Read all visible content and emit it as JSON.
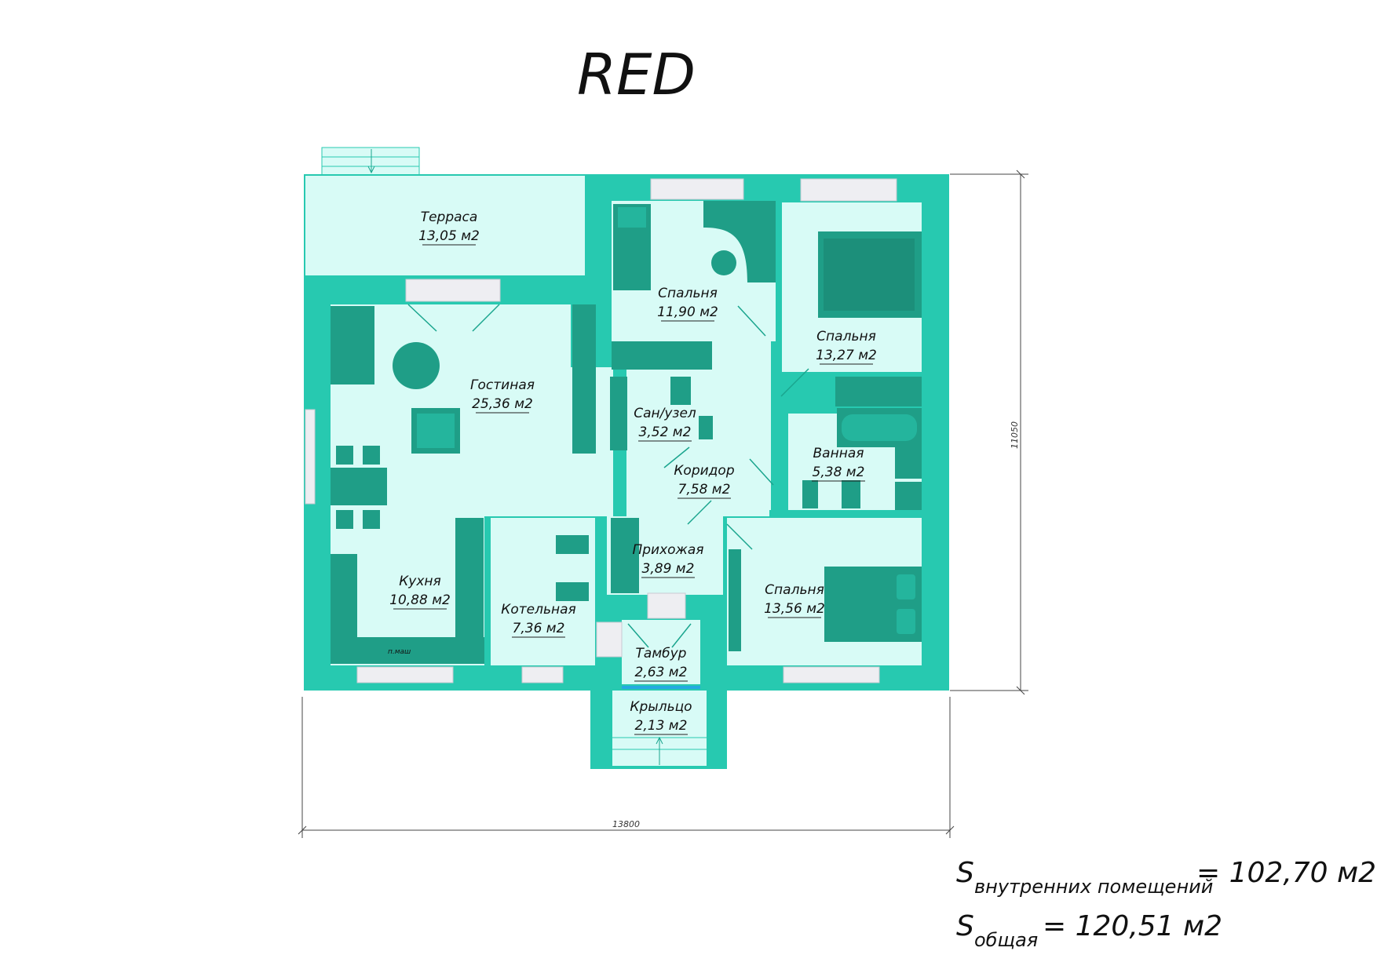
{
  "title": "RED",
  "colors": {
    "wall": "#27c9b0",
    "floor": "#d8fbf6",
    "furniture": "#1f9e87",
    "window": "#eeeef2",
    "door_line": "#1aa58e",
    "entry_accent": "#25a9e0"
  },
  "rooms": [
    {
      "id": "terrace",
      "name": "Терраса",
      "area": "13,05 м2"
    },
    {
      "id": "bedroom1",
      "name": "Спальня",
      "area": "11,90 м2"
    },
    {
      "id": "bedroom2",
      "name": "Спальня",
      "area": "13,27 м2"
    },
    {
      "id": "living",
      "name": "Гостиная",
      "area": "25,36 м2"
    },
    {
      "id": "wc",
      "name": "Сан/узел",
      "area": "3,52 м2"
    },
    {
      "id": "bath",
      "name": "Ванная",
      "area": "5,38 м2"
    },
    {
      "id": "corridor",
      "name": "Коридор",
      "area": "7,58 м2"
    },
    {
      "id": "kitchen",
      "name": "Кухня",
      "area": "10,88 м2"
    },
    {
      "id": "boiler",
      "name": "Котельная",
      "area": "7,36 м2"
    },
    {
      "id": "hall",
      "name": "Прихожая",
      "area": "3,89 м2"
    },
    {
      "id": "bedroom3",
      "name": "Спальня",
      "area": "13,56 м2"
    },
    {
      "id": "vestibule",
      "name": "Тамбур",
      "area": "2,63 м2"
    },
    {
      "id": "porch",
      "name": "Крыльцо",
      "area": "2,13 м2"
    }
  ],
  "appliance_label": "п.маш",
  "dimensions": {
    "width": "13800",
    "height": "11050"
  },
  "totals": {
    "interior": {
      "symbol": "S",
      "subscript": "внутренних помещений",
      "value": "= 102,70 м2"
    },
    "total": {
      "symbol": "S",
      "subscript": "общая",
      "value": "= 120,51 м2"
    }
  }
}
